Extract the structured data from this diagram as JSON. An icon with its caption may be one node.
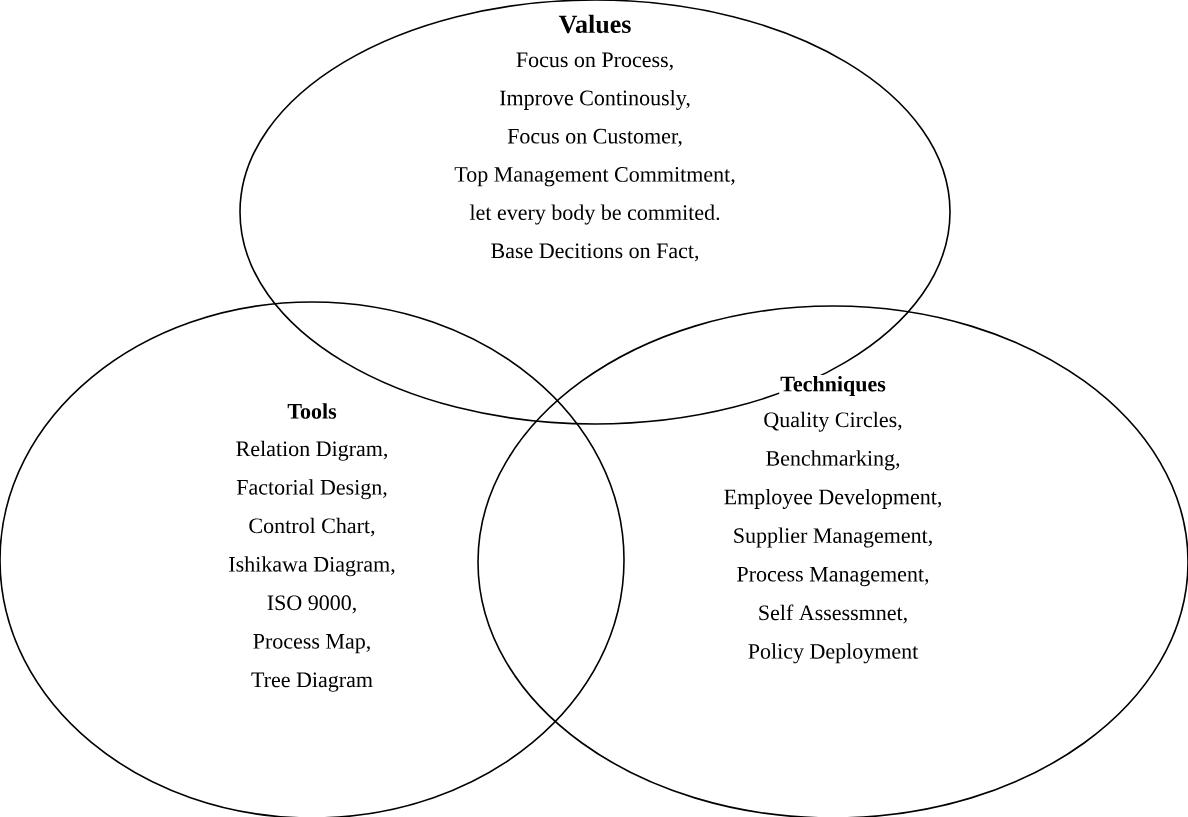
{
  "diagram": {
    "nodes": [
      {
        "text": [
          "Values",
          "Focus on Process,",
          "Improve Continously,",
          "Focus on Customer,",
          "Top Management Commitment,",
          "let every body be commited.",
          "Base Decitions on Fact,"
        ]
      },
      {
        "text": [
          "Tools",
          "Relation Digram,",
          "Factorial Design,",
          "Control Chart,",
          "Ishikawa Diagram,",
          "ISO 9000,",
          "Process Map,",
          "Tree Diagram"
        ]
      },
      {
        "text": [
          "Techniques",
          "Quality Circles,",
          "Benchmarking,",
          "Employee Development,",
          "Supplier Management,",
          "Process Management,",
          "Self Assessmnet,",
          "Policy Deployment"
        ]
      }
    ]
  }
}
